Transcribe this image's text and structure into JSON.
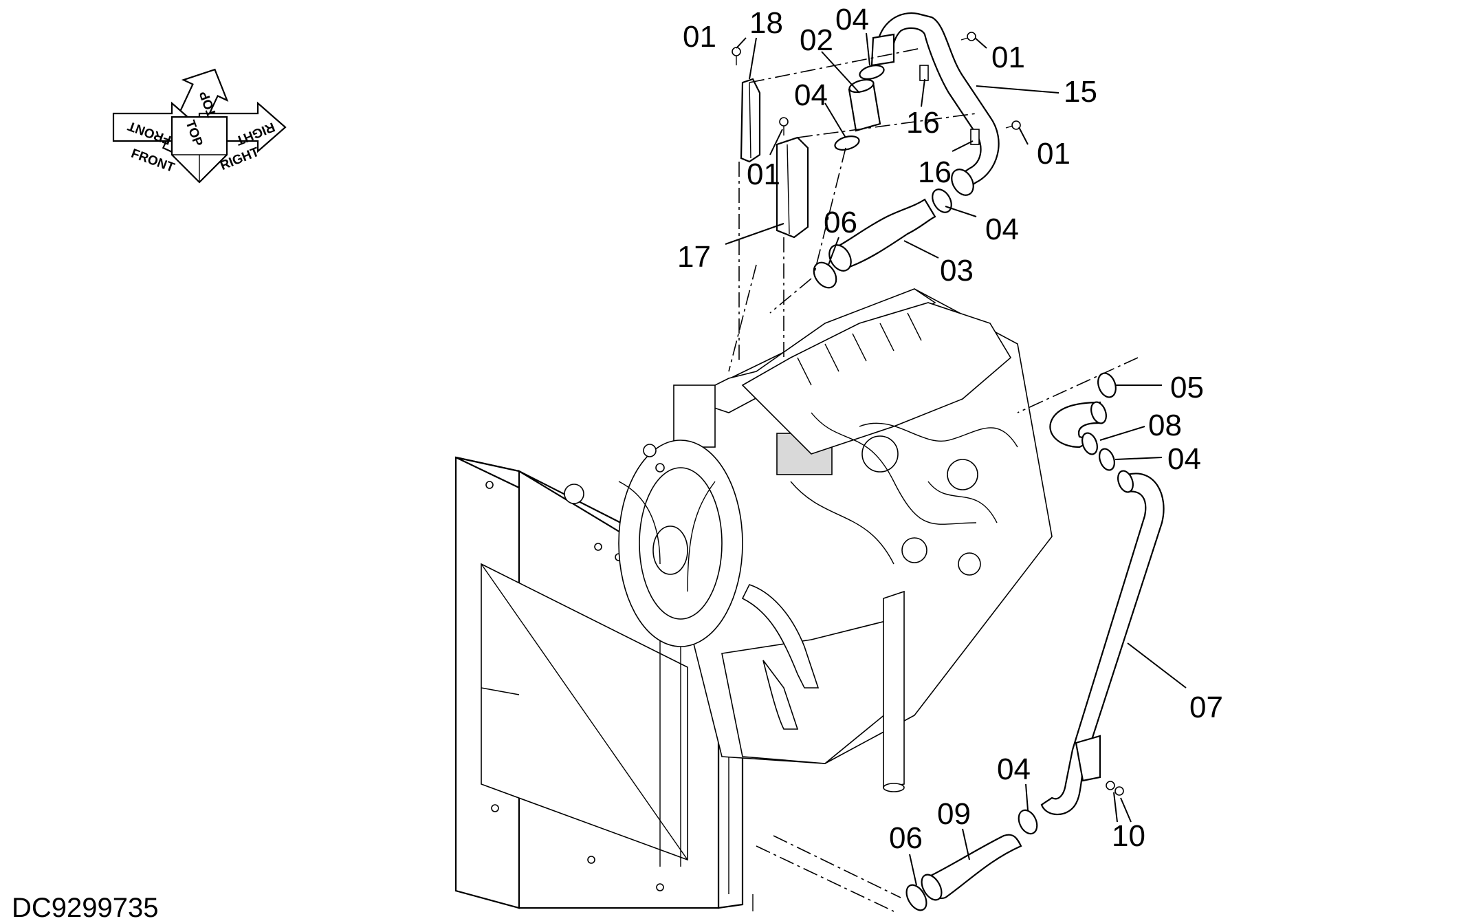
{
  "drawing_id": "DC9299735",
  "orientation": {
    "front": "FRONT",
    "top": "TOP",
    "right": "RIGHT"
  },
  "callouts": {
    "c01a": "01",
    "c01b": "01",
    "c01c": "01",
    "c01d": "01",
    "c02": "02",
    "c03": "03",
    "c04a": "04",
    "c04b": "04",
    "c04c": "04",
    "c04d": "04",
    "c04e": "04",
    "c05": "05",
    "c06a": "06",
    "c06b": "06",
    "c07": "07",
    "c08": "08",
    "c09": "09",
    "c10": "10",
    "c15": "15",
    "c16a": "16",
    "c16b": "16",
    "c17": "17",
    "c18": "18"
  }
}
